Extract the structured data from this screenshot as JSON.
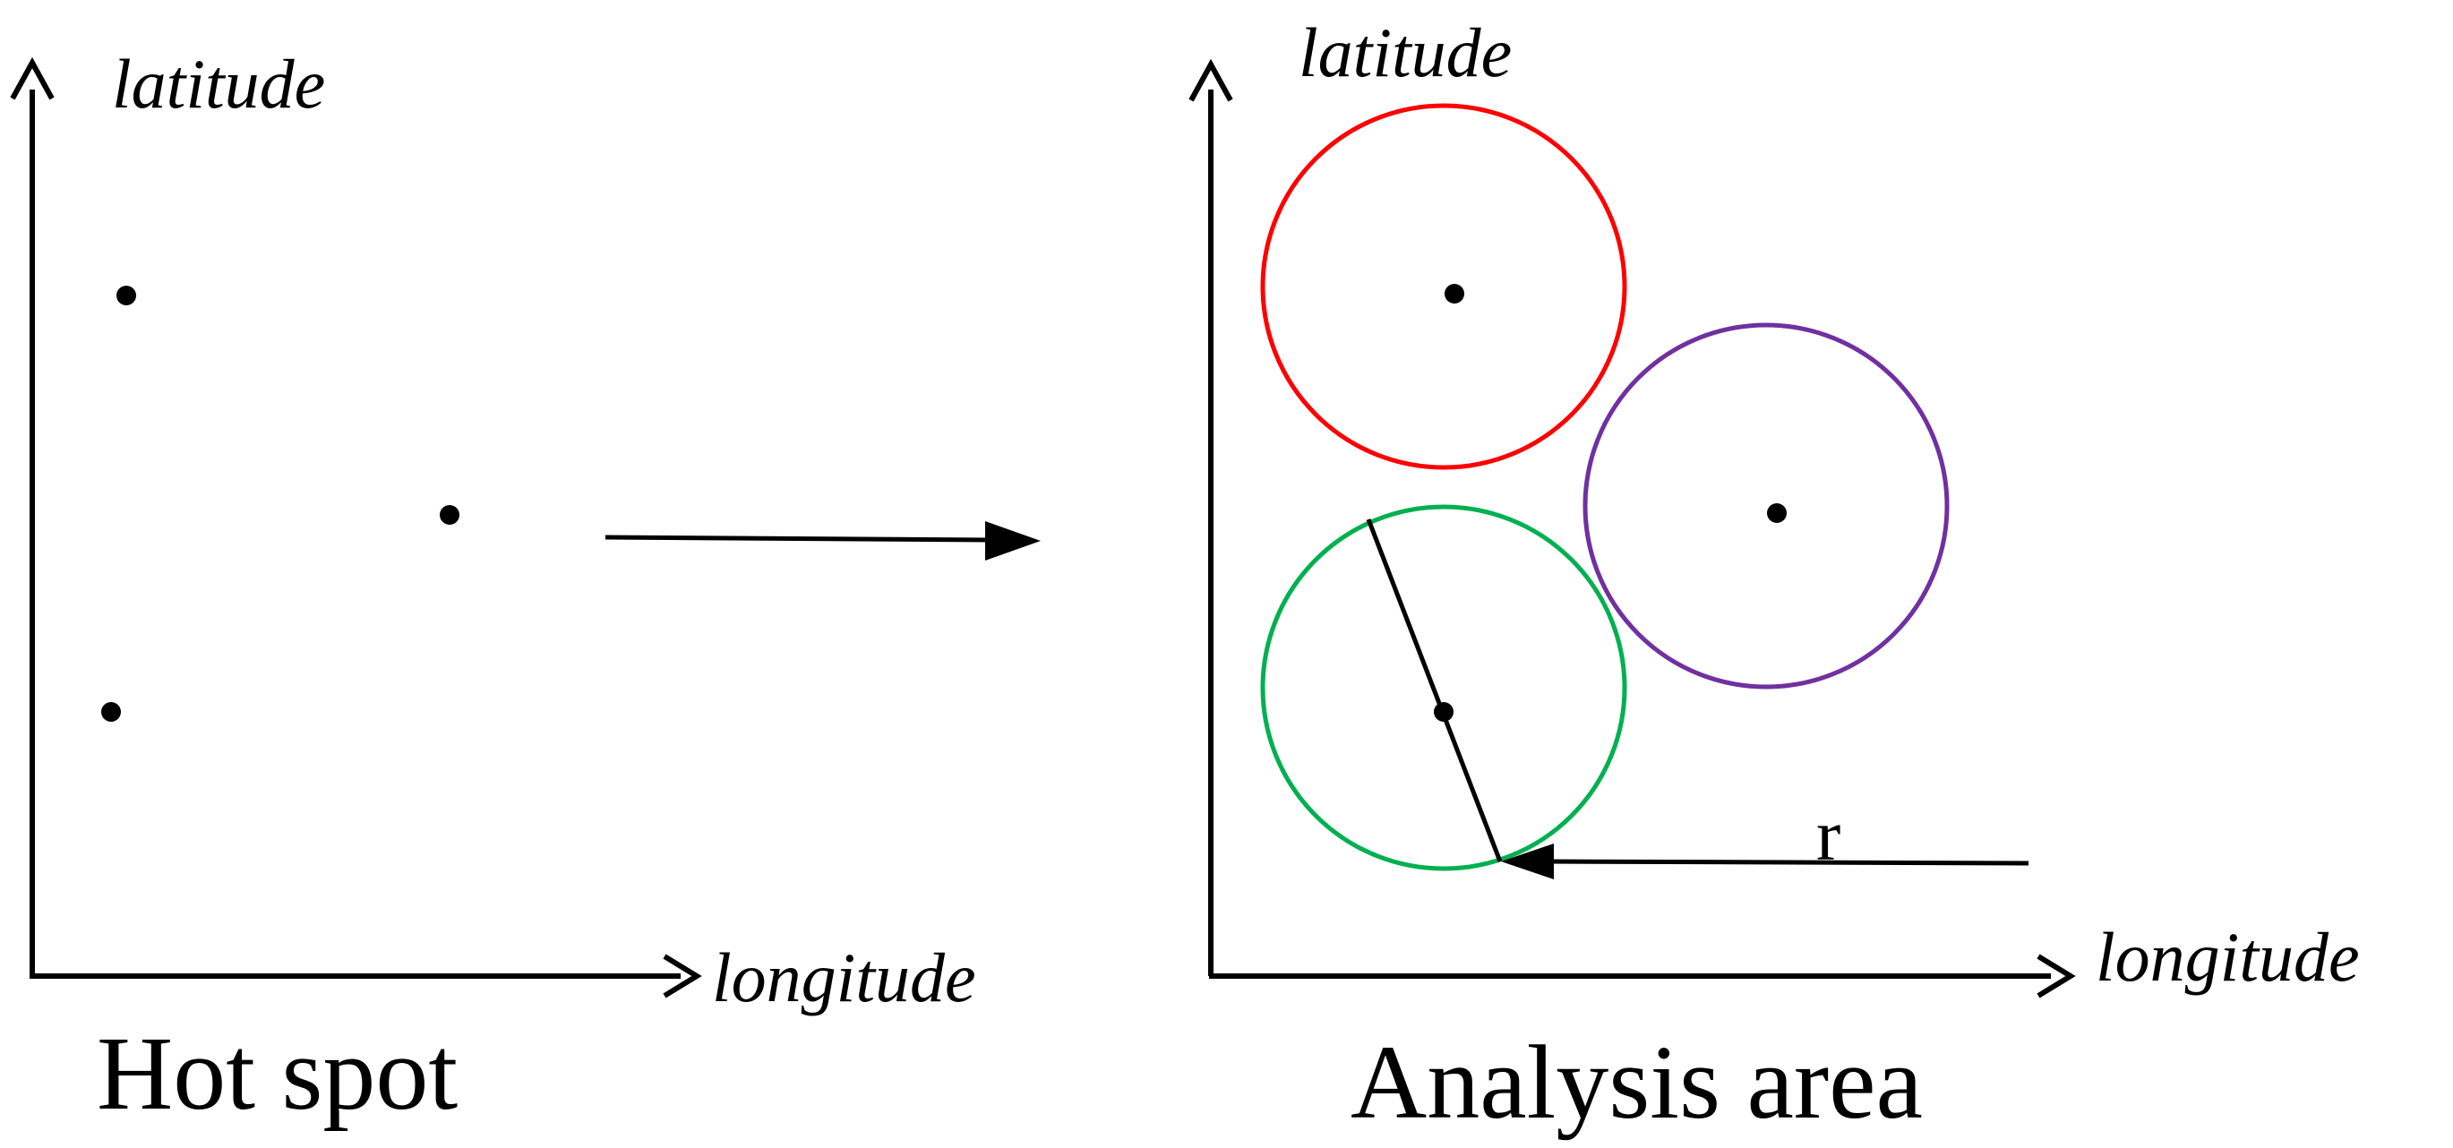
{
  "left_panel": {
    "y_axis_label": "latitude",
    "x_axis_label": "longitude",
    "caption": "Hot spot"
  },
  "right_panel": {
    "y_axis_label": "latitude",
    "x_axis_label": "longitude",
    "caption": "Analysis area",
    "radius_label": "r"
  },
  "colors": {
    "stroke": "#000000",
    "circle_top": "#ff0000",
    "circle_right": "#7030a0",
    "circle_bottom": "#00b050"
  }
}
